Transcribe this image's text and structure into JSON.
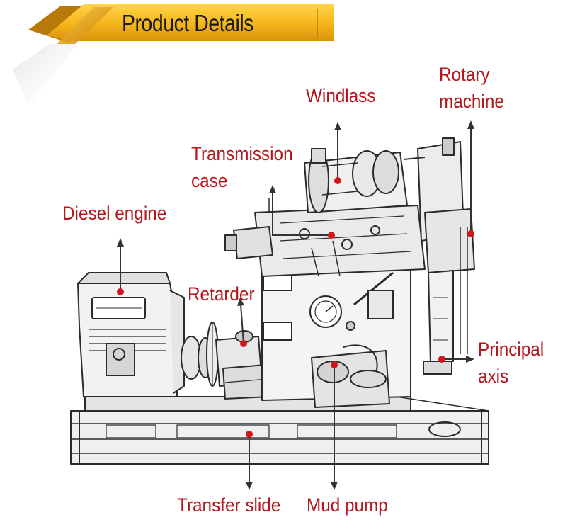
{
  "header": {
    "title": "Product Details"
  },
  "colors": {
    "label": "#b5171c",
    "banner": "#f4b51a",
    "banner_dark": "#d8930c",
    "arrow": "#333333"
  },
  "labels": {
    "windlass": "Windlass",
    "rotary_machine_line1": "Rotary",
    "rotary_machine_line2": "machine",
    "transmission_case_line1": "Transmission",
    "transmission_case_line2": "case",
    "diesel_engine": "Diesel engine",
    "retarder": "Retarder",
    "principal_axis_line1": "Principal",
    "principal_axis_line2": "axis",
    "transfer_slide": "Transfer slide",
    "mud_pump": "Mud pump"
  }
}
